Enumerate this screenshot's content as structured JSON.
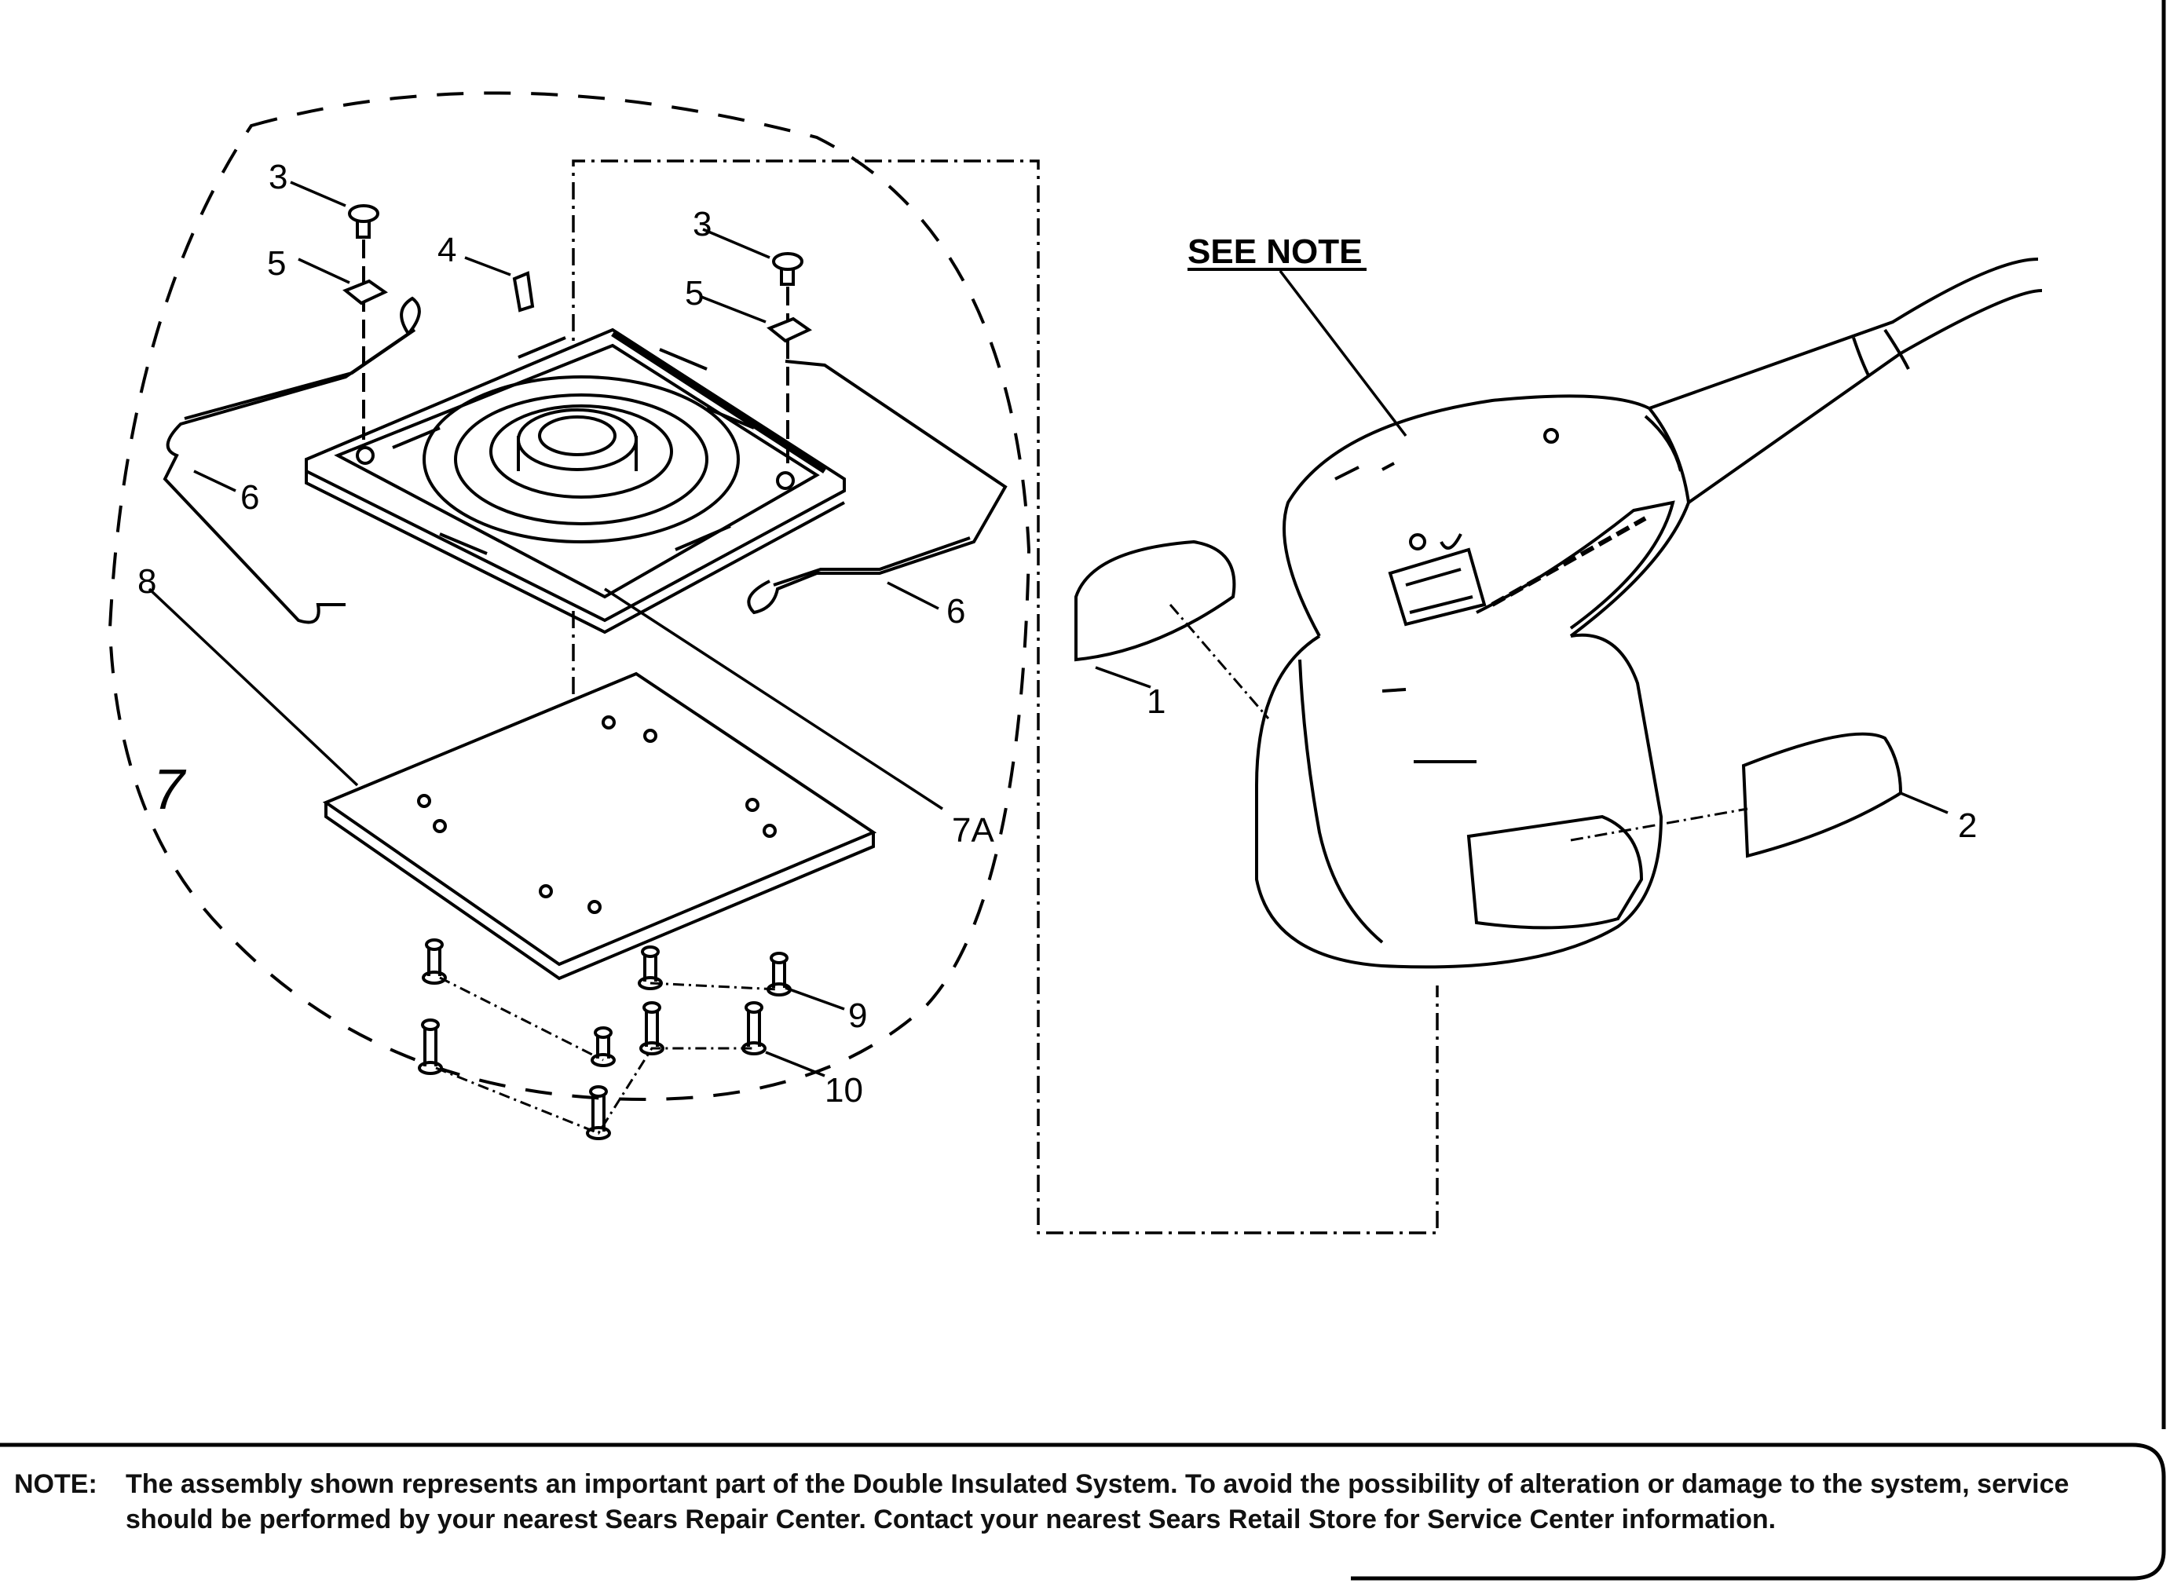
{
  "callouts": {
    "c1": "1",
    "c2": "2",
    "c3a": "3",
    "c3b": "3",
    "c4": "4",
    "c5a": "5",
    "c5b": "5",
    "c6a": "6",
    "c6b": "6",
    "c7": "7",
    "c7a": "7A",
    "c8": "8",
    "c9": "9",
    "c10": "10"
  },
  "see_note": "SEE NOTE",
  "note": {
    "label": "NOTE:",
    "text": "The assembly shown represents an important part of the Double Insulated System. To avoid the possibility of alteration or damage to the system, service should be performed by your nearest Sears Repair Center. Contact your nearest Sears Retail Store for Service Center information."
  }
}
